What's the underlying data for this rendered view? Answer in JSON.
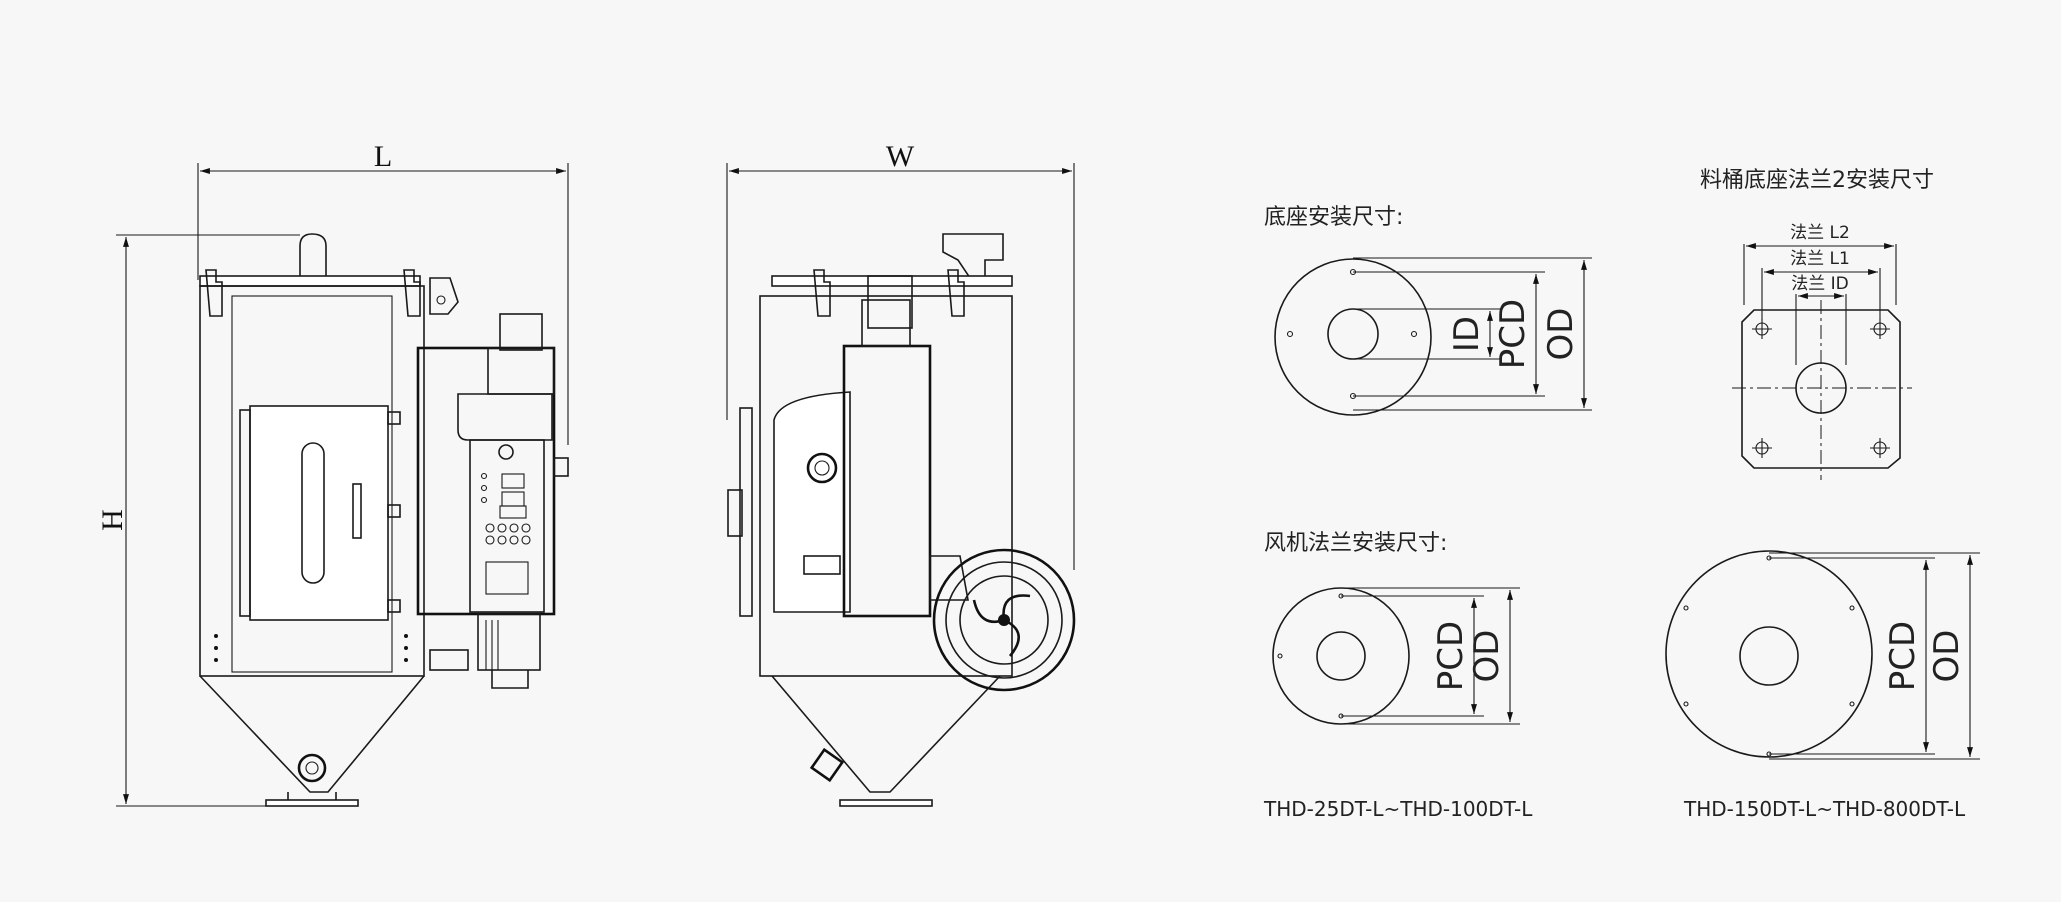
{
  "dimensions": {
    "length": "L",
    "width": "W",
    "height": "H"
  },
  "base_mount": {
    "title": "底座安装尺寸:",
    "id": "ID",
    "pcd": "PCD",
    "od": "OD"
  },
  "hopper_flange": {
    "title": "料桶底座法兰2安装尺寸",
    "l2": "法兰 L2",
    "l1": "法兰 L1",
    "id": "法兰 ID"
  },
  "fan_flange": {
    "title": "风机法兰安装尺寸:",
    "small": {
      "pcd": "PCD",
      "od": "OD",
      "model": "THD-25DT-L~THD-100DT-L"
    },
    "large": {
      "pcd": "PCD",
      "od": "OD",
      "model": "THD-150DT-L~THD-800DT-L"
    }
  }
}
